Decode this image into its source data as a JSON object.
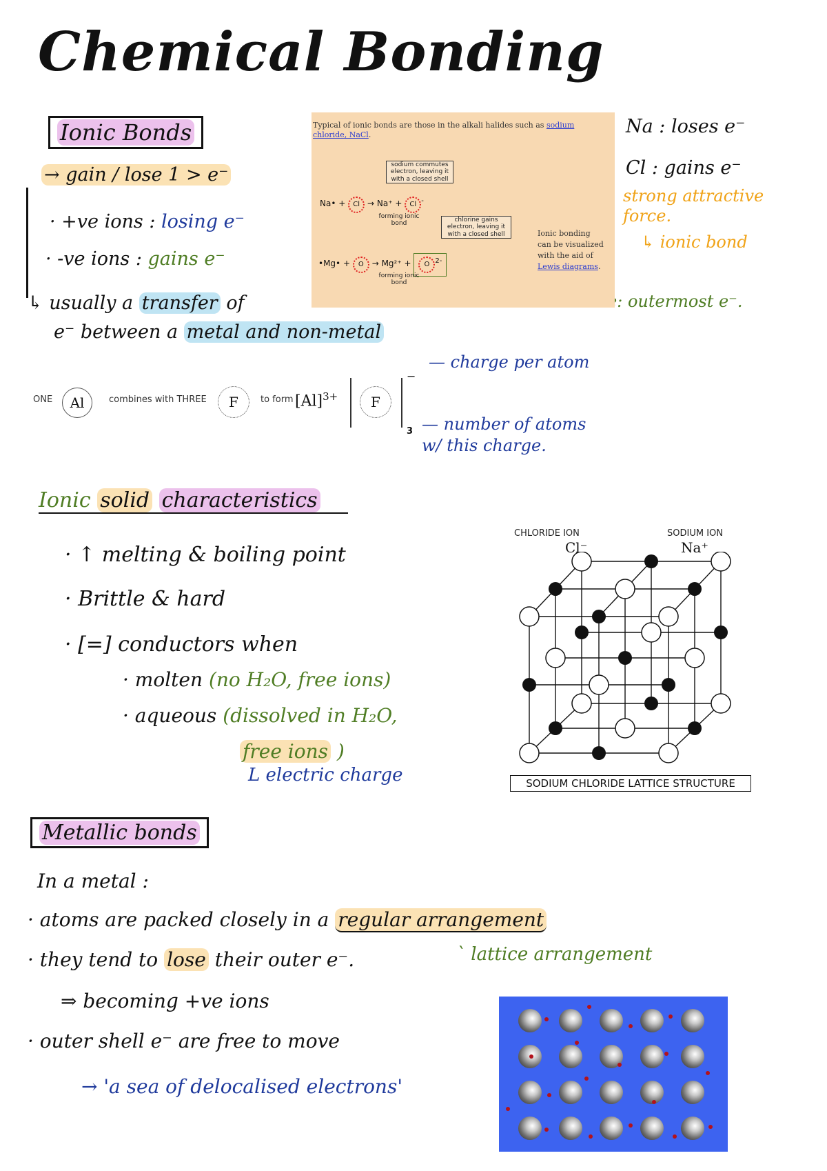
{
  "title": "Chemical Bonding",
  "ionic": {
    "heading": "Ionic Bonds",
    "gain_lose": "→ gain / lose 1 > e⁻",
    "pos_prefix": "· +ve ions :",
    "pos_value": "losing e⁻",
    "neg_prefix": "· -ve ions :",
    "neg_value": "gains e⁻",
    "transfer_prefix": "↳ usually a",
    "transfer_word": "transfer",
    "transfer_suffix": "of",
    "between_prefix": "e⁻ between a",
    "between_value": "metal and non-metal",
    "na_note": "Na : loses e⁻",
    "cl_note": "Cl : gains e⁻",
    "force_note": "strong attractive force.",
    "ionic_bond_note": "↳ ionic bond",
    "lewis_note": "└ lewis structure: outermost e⁻."
  },
  "panel": {
    "intro_prefix": "Typical of ionic bonds are those in the alkali halides such as",
    "intro_link": "sodium chloride, NaCl",
    "intro_suffix": ".",
    "na_box": "sodium commutes electron, leaving it with a closed shell",
    "cl_box": "chlorine gains electron, leaving it with a closed shell",
    "na_left": "Na•",
    "plus1": "+",
    "cl_atom": "Cl",
    "arrow": "→",
    "na_plus": "Na⁺",
    "plus2": "+",
    "cl_minus_sup": "-",
    "forming1": "forming ionic bond",
    "mg_left": "•Mg•",
    "plus3": "+",
    "o_atom": "O",
    "arrow2": "→",
    "mg_plus": "Mg²⁺",
    "plus4": "+",
    "o_charge": "2-",
    "forming2": "forming ionic bond",
    "side_prefix": "Ionic bonding can be visualized with the aid of",
    "side_link": "Lewis diagrams",
    "side_suffix": "."
  },
  "alf": {
    "one": "ONE",
    "al": "Al",
    "combines": "combines with THREE",
    "f": "F",
    "to_form": "to form",
    "al_ion": "[Al]",
    "al_charge": "3+",
    "f_ion": "F",
    "f_charge": "−",
    "sub": "3",
    "charge_note": "— charge per atom",
    "number_note": "— number of atoms w/ this charge."
  },
  "solid": {
    "heading_a": "Ionic",
    "heading_b": "solid",
    "heading_c": "characteristics",
    "item1": "· ↑ melting & boiling point",
    "item2": "· Brittle & hard",
    "item3_prefix": "· [=] conductors when",
    "molten": "· molten",
    "molten_note": "(no H₂O, free ions)",
    "aqueous": "· aqueous",
    "aqueous_note": "(dissolved in H₂O,",
    "free_ions": "free ions",
    "close_paren": ")",
    "electric": "L electric charge"
  },
  "lattice": {
    "chloride_label": "CHLORIDE ION",
    "chloride_sym": "Cl⁻",
    "sodium_label": "SODIUM ION",
    "sodium_sym": "Na⁺",
    "caption": "SODIUM CHLORIDE LATTICE STRUCTURE",
    "minus": "−",
    "plus": "+"
  },
  "metallic": {
    "heading": "Metallic bonds",
    "in_metal": "In a metal :",
    "atoms_prefix": "· atoms are packed closely in a",
    "atoms_value": "regular arrangement",
    "tend_prefix": "· they tend to",
    "tend_value": "lose",
    "tend_suffix": "their outer e⁻.",
    "lattice_note": "` lattice arrangement",
    "becoming": "⇒ becoming +ve ions",
    "outer": "· outer shell e⁻ are free to move",
    "sea": "→ 'a sea of delocalised electrons'"
  },
  "colors": {
    "blue_ink": "#1f3a9c",
    "green_ink": "#4f7d24",
    "orange_ink": "#f0a318",
    "highlight_orange": "#fbe2b4",
    "highlight_blue": "#bfe4f3",
    "highlight_purple": "#ecc1ec",
    "panel_bg": "#f8d9b2",
    "metal_bg": "#3d63f0"
  }
}
